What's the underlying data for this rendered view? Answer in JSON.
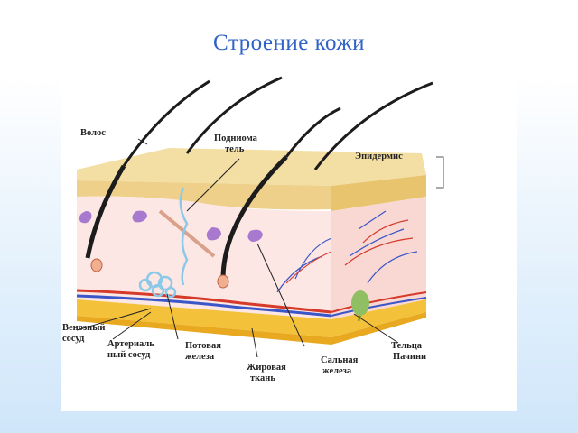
{
  "title": "Строение кожи",
  "labels": {
    "hair": "Волос",
    "muscle_1": "Подниома",
    "muscle_2": "тель",
    "epidermis": "Эпидермис",
    "vein_1": "Венозный",
    "vein_2": "сосуд",
    "artery_1": "Артериаль",
    "artery_2": "ный сосуд",
    "sweat_1": "Потовая",
    "sweat_2": "железа",
    "fat_1": "Жировая",
    "fat_2": "ткань",
    "sebaceous_1": "Сальная",
    "sebaceous_2": "железа",
    "pacini_1": "Тельца",
    "pacini_2": "Пачини"
  },
  "colors": {
    "title": "#2f63c7",
    "epidermis": "#f2dc9a",
    "dermis": "#fbe3e0",
    "fat": "#f3c23a",
    "artery": "#d63a2a",
    "vein": "#3b56c8",
    "sweat_gland": "#8cc8e8",
    "sebaceous": "#a77ad0",
    "hair": "#1c1c1c",
    "pacini": "#8fbf62"
  }
}
